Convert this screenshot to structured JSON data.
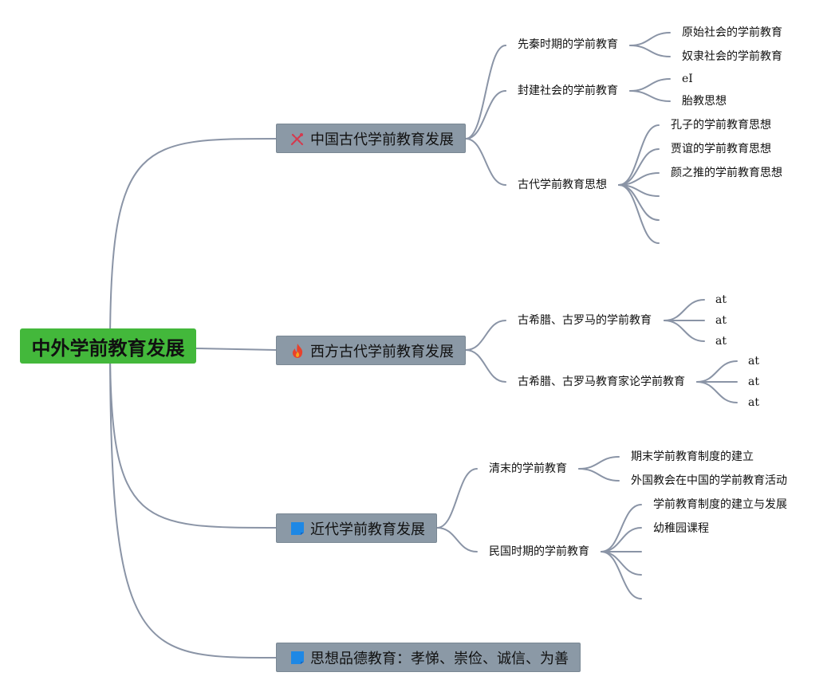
{
  "root": {
    "label": "中外学前教育发展"
  },
  "branches": [
    {
      "label": "中国古代学前教育发展",
      "icon": "tools-icon",
      "children": [
        {
          "label": "先秦时期的学前教育",
          "children": [
            "原始社会的学前教育",
            "奴隶社会的学前教育"
          ]
        },
        {
          "label": "封建社会的学前教育",
          "children": [
            "eI",
            "胎教思想"
          ]
        },
        {
          "label": "古代学前教育思想",
          "children": [
            "孔子的学前教育思想",
            "贾谊的学前教育思想",
            "颜之推的学前教育思想",
            "",
            "",
            ""
          ]
        }
      ]
    },
    {
      "label": "西方古代学前教育发展",
      "icon": "fire-icon",
      "children": [
        {
          "label": "古希腊、古罗马的学前教育",
          "children": [
            "at",
            "at",
            "at"
          ]
        },
        {
          "label": "古希腊、古罗马教育家论学前教育",
          "children": [
            "at",
            "at",
            "at"
          ]
        }
      ]
    },
    {
      "label": "近代学前教育发展",
      "icon": "flag-icon",
      "children": [
        {
          "label": "清末的学前教育",
          "children": [
            "期末学前教育制度的建立",
            "外国教会在中国的学前教育活动"
          ]
        },
        {
          "label": "民国时期的学前教育",
          "children": [
            "学前教育制度的建立与发展",
            "幼稚园课程",
            "",
            "",
            ""
          ]
        }
      ]
    },
    {
      "label": "思想品德教育：孝悌、崇俭、诚信、为善",
      "icon": "flag-icon",
      "children": []
    }
  ],
  "colors": {
    "root_bg": "#43b83b",
    "main_bg": "#8b99a6",
    "connector": "#8a94a6",
    "tools_icon": "#d43a4e",
    "fire_icon": "#e8412c",
    "flag_icon": "#1e88e5"
  }
}
